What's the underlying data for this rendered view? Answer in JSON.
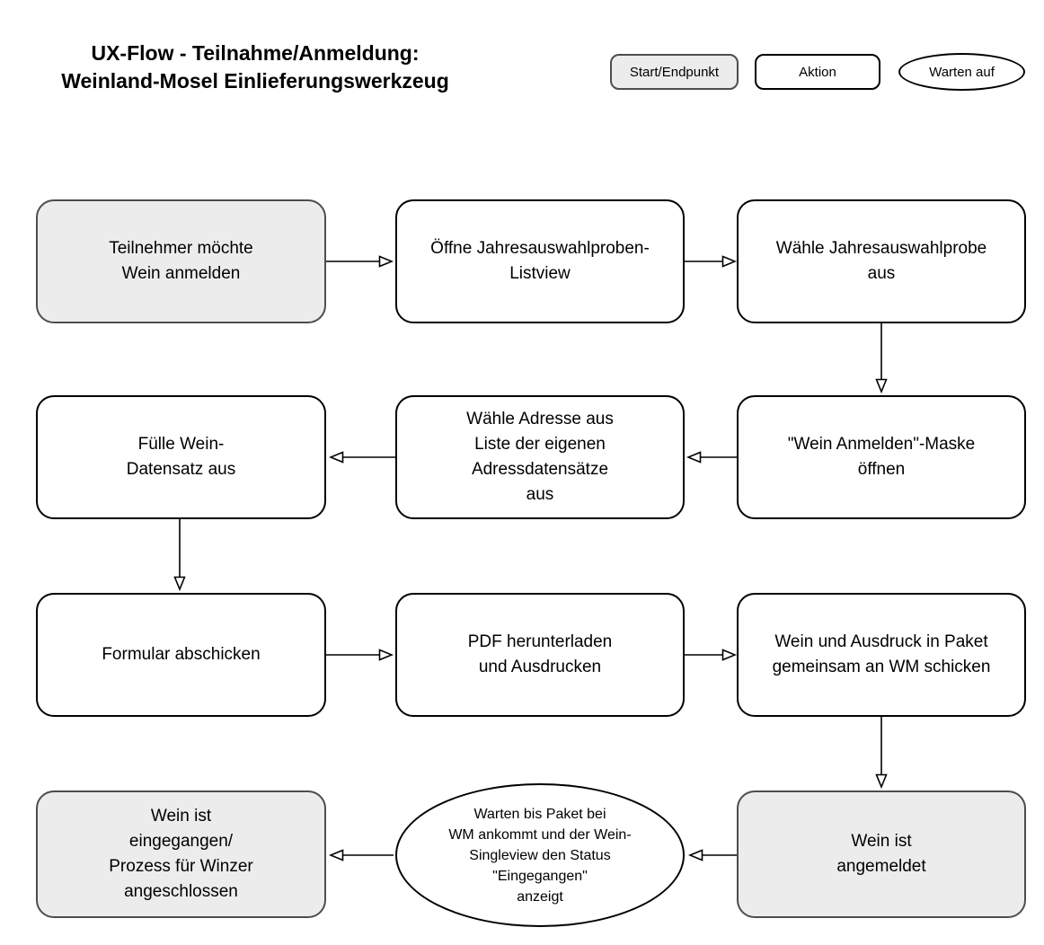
{
  "title": {
    "line1": "UX-Flow - Teilnahme/Anmeldung:",
    "line2": "Weinland-Mosel Einlieferungswerkzeug"
  },
  "legend": {
    "start_end_label": "Start/Endpunkt",
    "action_label": "Aktion",
    "wait_label": "Warten auf"
  },
  "nodes": {
    "start": {
      "text": "Teilnehmer möchte\nWein anmelden",
      "type": "start-endpoint"
    },
    "open_listview": {
      "text": "Öffne Jahresauswahlproben-\nListview",
      "type": "action"
    },
    "select_probe": {
      "text": "Wähle Jahresauswahlprobe\naus",
      "type": "action"
    },
    "open_mask": {
      "text": "\"Wein Anmelden\"-Maske\nöffnen",
      "type": "action"
    },
    "select_address": {
      "text": "Wähle Adresse aus\nListe der eigenen\nAdressdatensätze\naus",
      "type": "action"
    },
    "fill_record": {
      "text": "Fülle Wein-\nDatensatz aus",
      "type": "action"
    },
    "submit_form": {
      "text": "Formular abschicken",
      "type": "action"
    },
    "download_pdf": {
      "text": "PDF herunterladen\nund Ausdrucken",
      "type": "action"
    },
    "send_package": {
      "text": "Wein und Ausdruck in Paket\ngemeinsam an WM schicken",
      "type": "action"
    },
    "wine_registered": {
      "text": "Wein ist\nangemeldet",
      "type": "start-endpoint"
    },
    "wait_package": {
      "text": "Warten bis Paket bei\nWM ankommt und der Wein-\nSingleview den Status\n\"Eingegangen\"\nanzeigt",
      "type": "wait"
    },
    "wine_received": {
      "text": "Wein ist\neingegangen/\nProzess für Winzer\nangeschlossen",
      "type": "start-endpoint"
    }
  },
  "edges": [
    {
      "from": "start",
      "to": "open_listview"
    },
    {
      "from": "open_listview",
      "to": "select_probe"
    },
    {
      "from": "select_probe",
      "to": "open_mask"
    },
    {
      "from": "open_mask",
      "to": "select_address"
    },
    {
      "from": "select_address",
      "to": "fill_record"
    },
    {
      "from": "fill_record",
      "to": "submit_form"
    },
    {
      "from": "submit_form",
      "to": "download_pdf"
    },
    {
      "from": "download_pdf",
      "to": "send_package"
    },
    {
      "from": "send_package",
      "to": "wine_registered"
    },
    {
      "from": "wine_registered",
      "to": "wait_package"
    },
    {
      "from": "wait_package",
      "to": "wine_received"
    }
  ],
  "colors": {
    "start_end_fill": "#ececec",
    "start_end_border": "#4d4d4d",
    "action_fill": "#ffffff",
    "action_border": "#000000",
    "arrow": "#000000"
  }
}
